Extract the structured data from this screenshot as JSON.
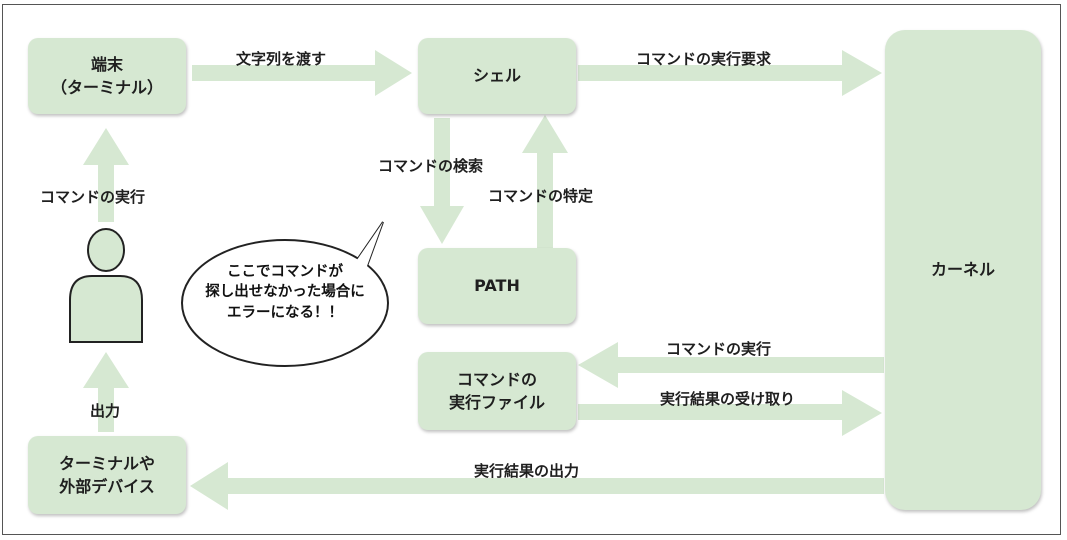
{
  "boxes": {
    "terminal_line1": "端末",
    "terminal_line2": "（ターミナル）",
    "shell": "シェル",
    "path": "PATH",
    "cmdfile_line1": "コマンドの",
    "cmdfile_line2": "実行ファイル",
    "kernel": "カーネル",
    "output_line1": "ターミナルや",
    "output_line2": "外部デバイス"
  },
  "labels": {
    "pass_string": "文字列を渡す",
    "exec_request": "コマンドの実行要求",
    "search": "コマンドの検索",
    "identify": "コマンドの特定",
    "user_exec": "コマンドの実行",
    "output": "出力",
    "kernel_exec": "コマンドの実行",
    "receive_result": "実行結果の受け取り",
    "result_output": "実行結果の出力"
  },
  "bubble": {
    "line1": "ここでコマンドが",
    "line2": "探し出せなかった場合に",
    "line3": "エラーになる！！"
  },
  "colors": {
    "box_fill": "#d6e8d2",
    "arrow_fill": "#d6e8d2",
    "text": "#1f1f1f"
  }
}
